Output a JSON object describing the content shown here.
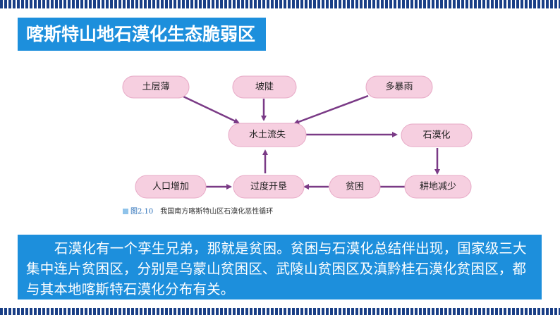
{
  "slide": {
    "title": "喀斯特山地石漠化生态脆弱区"
  },
  "diagram": {
    "nodes": [
      {
        "id": "tuceng",
        "label": "土层薄"
      },
      {
        "id": "podou",
        "label": "坡陡"
      },
      {
        "id": "duobaoyu",
        "label": "多暴雨"
      },
      {
        "id": "shuitu",
        "label": "水土流失"
      },
      {
        "id": "shimohua",
        "label": "石漠化"
      },
      {
        "id": "gengdi",
        "label": "耕地减少"
      },
      {
        "id": "pinkun",
        "label": "贫困"
      },
      {
        "id": "guodu",
        "label": "过度开垦"
      },
      {
        "id": "renkou",
        "label": "人口增加"
      }
    ],
    "edges": [
      {
        "from": "tuceng",
        "to": "shuitu"
      },
      {
        "from": "podou",
        "to": "shuitu"
      },
      {
        "from": "duobaoyu",
        "to": "shuitu"
      },
      {
        "from": "shuitu",
        "to": "shimohua"
      },
      {
        "from": "shimohua",
        "to": "gengdi"
      },
      {
        "from": "gengdi",
        "to": "pinkun"
      },
      {
        "from": "pinkun",
        "to": "guodu"
      },
      {
        "from": "renkou",
        "to": "guodu"
      },
      {
        "from": "guodu",
        "to": "shuitu"
      }
    ],
    "caption_number": "图2.10",
    "caption_text": "我国南方喀斯特山区石漠化恶性循环"
  },
  "paragraph": "石漠化有一个孪生兄弟，那就是贫困。贫困与石漠化总结伴出现，国家级三大集中连片贫困区，分别是乌蒙山贫困区、武陵山贫困区及滇黔桂石漠化贫困区，都与其本地喀斯特石漠化分布有关。",
  "colors": {
    "title_bg": "#1d8fdc",
    "node_fill": "#f6cfe0",
    "arrow": "#7a3a86",
    "stripe": "#1a3f86"
  }
}
